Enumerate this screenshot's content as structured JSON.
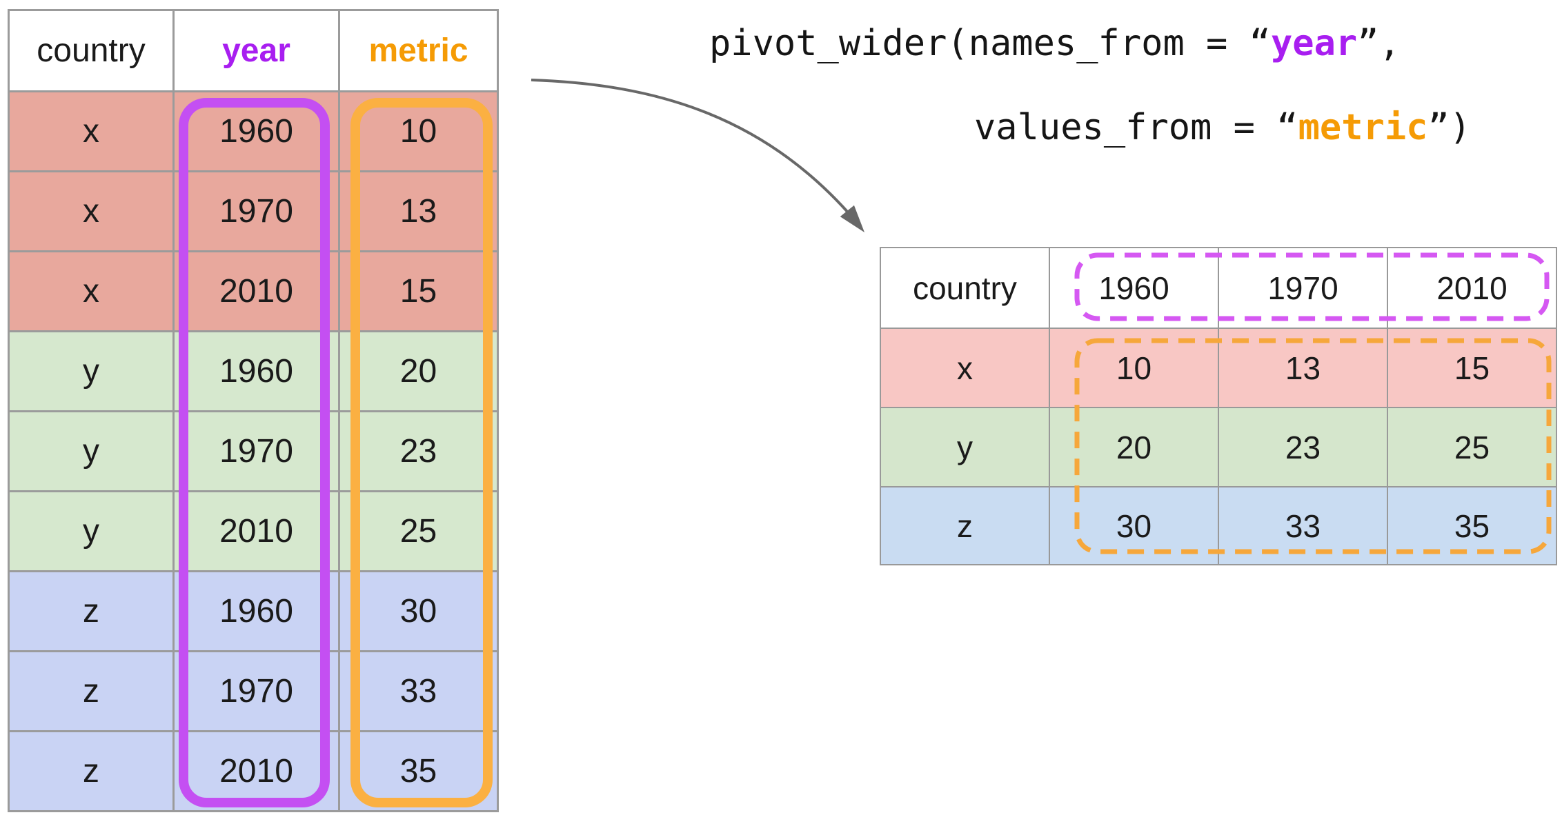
{
  "long_table": {
    "headers": [
      "country",
      "year",
      "metric"
    ],
    "rows": [
      {
        "country": "x",
        "year": "1960",
        "metric": "10",
        "group": "x"
      },
      {
        "country": "x",
        "year": "1970",
        "metric": "13",
        "group": "x"
      },
      {
        "country": "x",
        "year": "2010",
        "metric": "15",
        "group": "x"
      },
      {
        "country": "y",
        "year": "1960",
        "metric": "20",
        "group": "y"
      },
      {
        "country": "y",
        "year": "1970",
        "metric": "23",
        "group": "y"
      },
      {
        "country": "y",
        "year": "2010",
        "metric": "25",
        "group": "y"
      },
      {
        "country": "z",
        "year": "1960",
        "metric": "30",
        "group": "z"
      },
      {
        "country": "z",
        "year": "1970",
        "metric": "33",
        "group": "z"
      },
      {
        "country": "z",
        "year": "2010",
        "metric": "35",
        "group": "z"
      }
    ]
  },
  "code": {
    "line1": {
      "prefix": "pivot_wider(names_from = “",
      "highlight": "year",
      "suffix": "”,"
    },
    "line2": {
      "prefix": "values_from = “",
      "highlight": "metric",
      "suffix": "”)"
    }
  },
  "wide_table": {
    "headers": [
      "country",
      "1960",
      "1970",
      "2010"
    ],
    "rows": [
      {
        "country": "x",
        "v1": "10",
        "v2": "13",
        "v3": "15"
      },
      {
        "country": "y",
        "v1": "20",
        "v2": "23",
        "v3": "25"
      },
      {
        "country": "z",
        "v1": "30",
        "v2": "33",
        "v3": "35"
      }
    ]
  },
  "colors": {
    "year_highlight": "#c44ff2",
    "metric_highlight": "#fbb042",
    "year_dashed": "#d558f2",
    "metric_dashed": "#f6a73b",
    "group_x_long": "#e8a89d",
    "group_y_long": "#d6e8ce",
    "group_z_long": "#c9d3f4",
    "group_x_wide": "#f8c7c4",
    "group_y_wide": "#d5e6cc",
    "group_z_wide": "#c9dcf2",
    "grid_line": "#9b9b9b",
    "arrow": "#686868",
    "code_year": "#a81ef0",
    "code_metric": "#f59b05"
  }
}
